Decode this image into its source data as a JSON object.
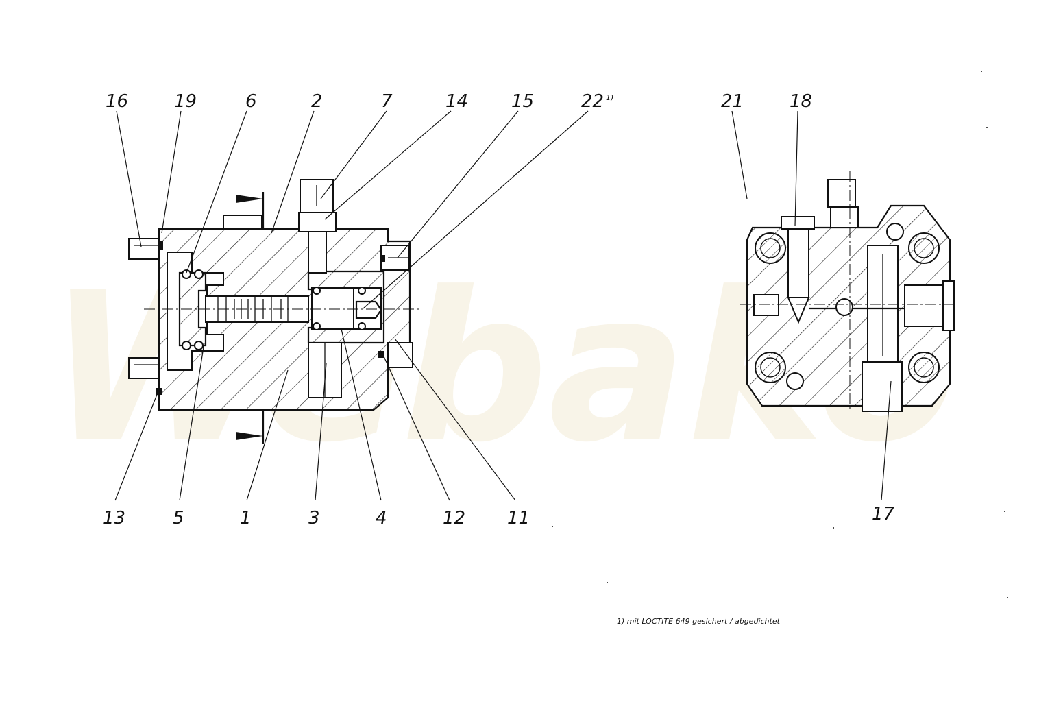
{
  "watermark": "Webako",
  "callouts_top_left": [
    "16",
    "19",
    "6",
    "2",
    "7",
    "14",
    "15",
    "22"
  ],
  "footnote_marker": "1)",
  "callouts_bottom_left": [
    "13",
    "5",
    "1",
    "3",
    "4",
    "12",
    "11"
  ],
  "callouts_right": [
    "21",
    "18",
    "17"
  ],
  "footnote": "1) mit LOCTITE 649 gesichert / abgedichtet"
}
